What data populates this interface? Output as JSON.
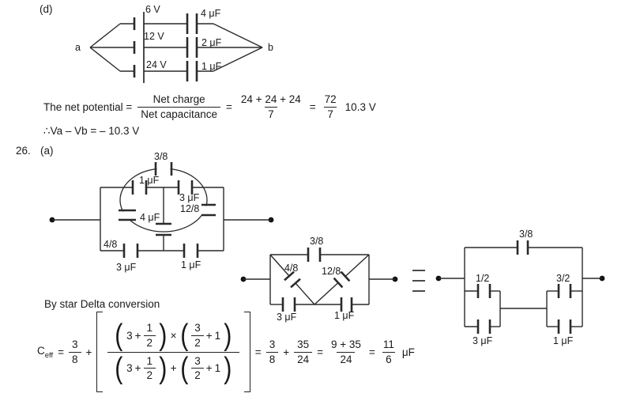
{
  "section_d": {
    "part_label": "(d)",
    "node_a": "a",
    "node_b": "b",
    "branches": [
      {
        "voltage": "6 V",
        "capacitor": "4 μF"
      },
      {
        "voltage": "12 V",
        "capacitor": "2 μF"
      },
      {
        "voltage": "24 V",
        "capacitor": "1 μF"
      }
    ],
    "net_potential_line": {
      "prefix": "The net potential =",
      "charge_frac": {
        "num": "Net charge",
        "den": "Net capacitance"
      },
      "eq1": "=",
      "sum_frac": {
        "num": "24 + 24 + 24",
        "den": "7"
      },
      "eq2": "=",
      "result_frac": {
        "num": "72",
        "den": "7"
      },
      "approx_value": "10.3 V"
    },
    "conclusion": "∴Va – Vb = – 10.3 V"
  },
  "problem_26": {
    "number": "26.",
    "part_label": "(a)",
    "diagram1": {
      "cap_3_8": "3/8",
      "cap_1uf_top": "1 μF",
      "cap_3uf_top": "3 μF",
      "cap_12_8": "12/8",
      "cap_4uf": "4 μF",
      "cap_4_8": "4/8",
      "cap_3uf_bottom": "3 μF",
      "cap_1uf_bottom": "1 μF"
    },
    "diagram2": {
      "cap_3_8": "3/8",
      "cap_4_8": "4/8",
      "cap_12_8": "12/8",
      "cap_3uf": "3 μF",
      "cap_1uf": "1 μF"
    },
    "diagram3": {
      "cap_3_8": "3/8",
      "cap_1_2": "1/2",
      "cap_3_2": "3/2",
      "cap_3uf": "3 μF",
      "cap_1uf": "1 μF"
    },
    "note": "By star Delta conversion",
    "ceff": {
      "lhs": "C",
      "lhs_sub": "eff",
      "eq": "=",
      "frac_3_8": {
        "num": "3",
        "den": "8"
      },
      "plus": "+",
      "times": "×",
      "lparen": "(",
      "rparen": ")",
      "three": "3",
      "one": "1",
      "half": {
        "num": "1",
        "den": "2"
      },
      "three_half": {
        "num": "3",
        "den": "2"
      },
      "frac_35_24": {
        "num": "35",
        "den": "24"
      },
      "frac_sum": {
        "num": "9 + 35",
        "den": "24"
      },
      "frac_11_6": {
        "num": "11",
        "den": "6"
      },
      "unit": "μF"
    }
  }
}
